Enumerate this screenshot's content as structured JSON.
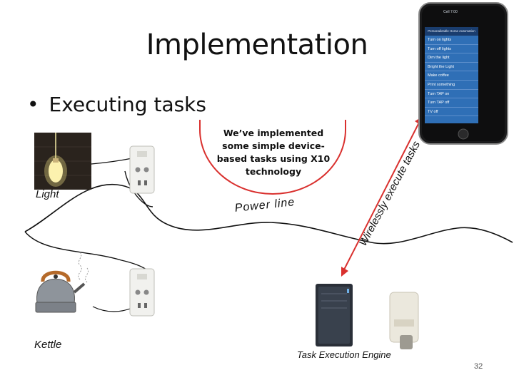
{
  "slide": {
    "title": "Implementation",
    "bullet_marker": "•",
    "bullet": "Executing tasks",
    "callout": "We’ve implemented some simple device-based tasks using X10 technology",
    "power_line_label": "Power line",
    "wireless_label": "Wirelessly execute tasks",
    "light_label": "Light",
    "kettle_label": "Kettle",
    "engine_label": "Task Execution Engine",
    "page_number": "32"
  },
  "phone": {
    "status_text": "Cell 7:00",
    "header": "Personalizable Home Automation",
    "items": [
      "Turn on lights",
      "Turn off lights",
      "Dim the light",
      "Bright the Light",
      "Make coffee",
      "Print something",
      "Turn TAP on",
      "Turn TAP off",
      "TV off"
    ]
  },
  "colors": {
    "accent_red": "#d9302e",
    "phone_screen": "#2f6fb6"
  }
}
